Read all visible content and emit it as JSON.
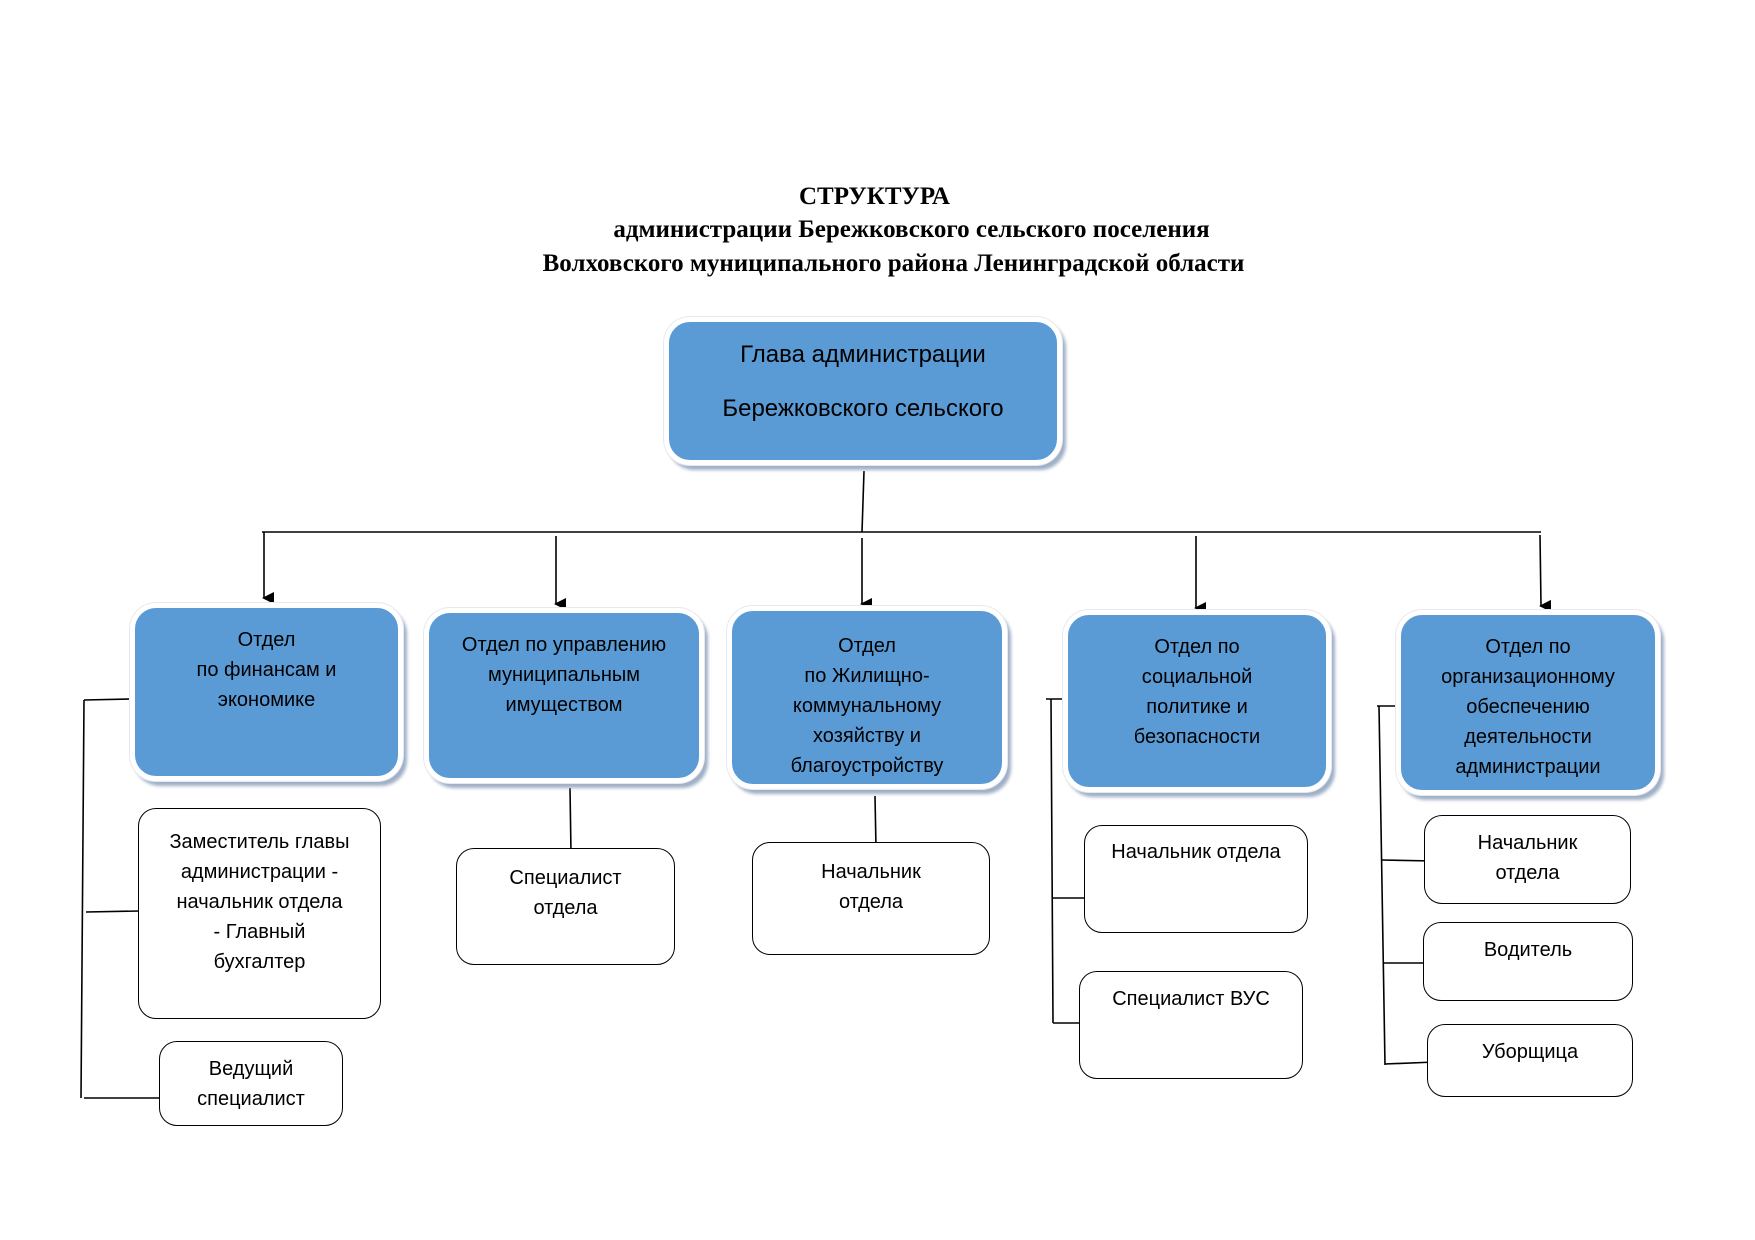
{
  "header": {
    "line1": "СТРУКТУРА",
    "line2": "администрации Бережковского сельского поселения",
    "line3": "Волховского муниципального района Ленинградской области"
  },
  "head": {
    "line1": "Глава администрации",
    "line2": "Бережковского сельского"
  },
  "departments": [
    {
      "lines": [
        "Отдел",
        "по финансам и",
        "экономике"
      ],
      "staff": [
        {
          "lines": [
            "Заместитель главы",
            "администрации -",
            "начальник отдела",
            "- Главный",
            "бухгалтер"
          ]
        },
        {
          "lines": [
            "Ведущий",
            "специалист"
          ]
        }
      ]
    },
    {
      "lines": [
        "Отдел по управлению",
        "муниципальным",
        "имуществом"
      ],
      "staff": [
        {
          "lines": [
            "Специалист",
            "отдела"
          ]
        }
      ]
    },
    {
      "lines": [
        "Отдел",
        "по Жилищно-",
        "коммунальному",
        "хозяйству и",
        "благоустройству"
      ],
      "staff": [
        {
          "lines": [
            "Начальник",
            "отдела"
          ]
        }
      ]
    },
    {
      "lines": [
        "Отдел по",
        "социальной",
        "политике и",
        "безопасности"
      ],
      "staff": [
        {
          "lines": [
            "Начальник отдела"
          ]
        },
        {
          "lines": [
            "Специалист ВУС"
          ]
        }
      ]
    },
    {
      "lines": [
        "Отдел по",
        "организационному",
        "обеспечению",
        "деятельности",
        "администрации"
      ],
      "staff": [
        {
          "lines": [
            "Начальник",
            "отдела"
          ]
        },
        {
          "lines": [
            "Водитель"
          ]
        },
        {
          "lines": [
            "Уборщица"
          ]
        }
      ]
    }
  ],
  "colors": {
    "department_fill": "#5b9bd5",
    "connector": "#000000"
  }
}
